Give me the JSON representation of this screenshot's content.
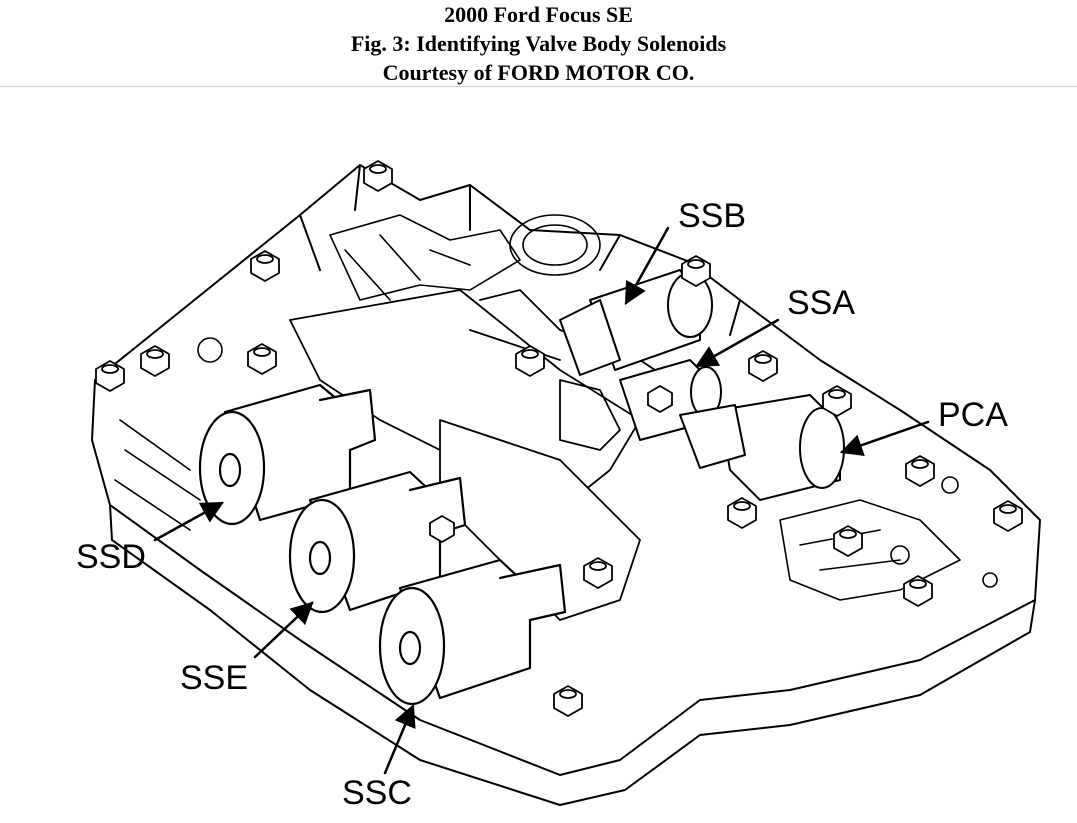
{
  "header": {
    "vehicle": "2000 Ford Focus SE",
    "figure": "Fig. 3: Identifying Valve Body Solenoids",
    "credit": "Courtesy of FORD MOTOR CO."
  },
  "labels": {
    "ssb": "SSB",
    "ssa": "SSA",
    "pca": "PCA",
    "ssd": "SSD",
    "sse": "SSE",
    "ssc": "SSC"
  }
}
